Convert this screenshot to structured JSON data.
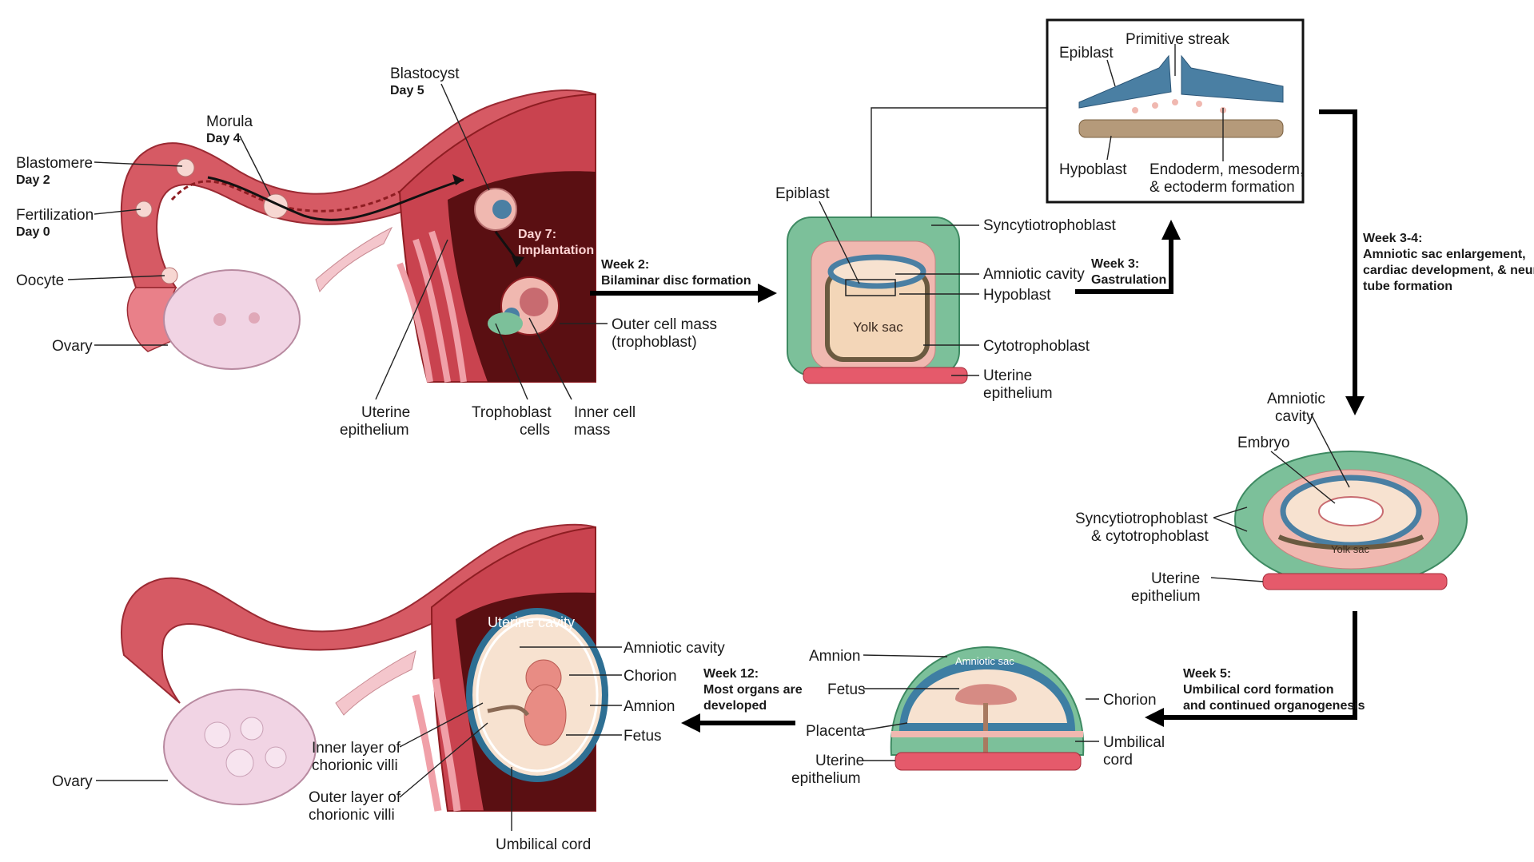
{
  "labels": {
    "blastomere": "Blastomere",
    "day2": "Day 2",
    "fertilization": "Fertilization",
    "day0": "Day 0",
    "oocyte": "Oocyte",
    "ovary_top": "Ovary",
    "morula": "Morula",
    "day4": "Day 4",
    "blastocyst": "Blastocyst",
    "day5": "Day 5",
    "day7_a": "Day 7:",
    "day7_b": "Implantation",
    "outer_cell_mass_a": "Outer cell mass",
    "outer_cell_mass_b": "(trophoblast)",
    "uterine_epi_top_a": "Uterine",
    "uterine_epi_top_b": "epithelium",
    "trophoblast_cells_a": "Trophoblast",
    "trophoblast_cells_b": "cells",
    "inner_cell_mass_a": "Inner cell",
    "inner_cell_mass_b": "mass",
    "week2_a": "Week 2:",
    "week2_b": "Bilaminar disc formation",
    "epiblast": "Epiblast",
    "syncytiotrophoblast": "Syncytiotrophoblast",
    "amniotic_cavity_w2": "Amniotic cavity",
    "hypoblast_w2": "Hypoblast",
    "yolk_sac_w2": "Yolk sac",
    "cytotrophoblast": "Cytotrophoblast",
    "uterine_epi_w2_a": "Uterine",
    "uterine_epi_w2_b": "epithelium",
    "week3_a": "Week 3:",
    "week3_b": "Gastrulation",
    "primitive_streak": "Primitive streak",
    "epiblast_inset": "Epiblast",
    "hypoblast_inset": "Hypoblast",
    "germ_layers_a": "Endoderm, mesoderm,",
    "germ_layers_b": "& ectoderm formation",
    "week34_a": "Week 3-4:",
    "week34_b": "Amniotic sac enlargement,",
    "week34_c": "cardiac development, & neural",
    "week34_d": "tube formation",
    "amniotic_cavity_w34_a": "Amniotic",
    "amniotic_cavity_w34_b": "cavity",
    "embryo": "Embryo",
    "synctio_cyto_a": "Syncytiotrophoblast",
    "synctio_cyto_b": "& cytotrophoblast",
    "yolk_sac_w34": "Yolk sac",
    "uterine_epi_w34_a": "Uterine",
    "uterine_epi_w34_b": "epithelium",
    "week5_a": "Week 5:",
    "week5_b": "Umbilical cord formation",
    "week5_c": "and continued organogenesis",
    "amnion_w5": "Amnion",
    "amniotic_sac": "Amniotic sac",
    "fetus_w5": "Fetus",
    "placenta": "Placenta",
    "uterine_epi_w5_a": "Uterine",
    "uterine_epi_w5_b": "epithelium",
    "chorion_w5": "Chorion",
    "umbilical_cord_w5_a": "Umbilical",
    "umbilical_cord_w5_b": "cord",
    "week12_a": "Week 12:",
    "week12_b": "Most organs are",
    "week12_c": "developed",
    "uterine_cavity": "Uterine cavity",
    "amniotic_cavity_w12": "Amniotic cavity",
    "chorion_w12": "Chorion",
    "amnion_w12": "Amnion",
    "fetus_w12": "Fetus",
    "inner_villi_a": "Inner layer of",
    "inner_villi_b": "chorionic villi",
    "outer_villi_a": "Outer layer of",
    "outer_villi_b": "chorionic villi",
    "umbilical_cord_w12": "Umbilical cord",
    "ovary_bottom": "Ovary"
  },
  "colors": {
    "uterus": "#c9434f",
    "uterus_dark": "#8e1d22",
    "uterus_cavity": "#5a0f12",
    "ovary": "#f1d4e4",
    "trophoblast_green": "#7cc09a",
    "epithelium": "#e55a6b",
    "pink_layer": "#f0b8b0",
    "yolk": "#f3d6b8",
    "epiblast_blue": "#4a7fa3",
    "hypoblast_tan": "#b59a7a",
    "amnion_blue": "#2e6f93"
  }
}
